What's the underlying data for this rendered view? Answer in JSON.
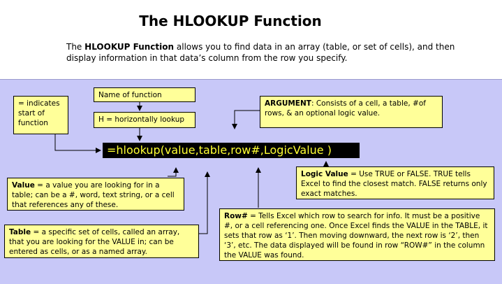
{
  "title": "The HLOOKUP Function",
  "intro": {
    "lead": "The",
    "bold": "HLOOKUP Function",
    "rest": "allows you to find data in an array (table, or set of cells), and then display information in that data’s column from the row you specify."
  },
  "formula": "=hlookup(value,table,row#,LogicValue )",
  "boxes": {
    "equals": "= indicates start of function",
    "name_of_function": "Name of function",
    "h_horizontally": "H = horizontally lookup",
    "argument": {
      "term": "ARGUMENT",
      "text": ": Consists of a cell, a table, #of rows, & an optional logic value."
    },
    "value": {
      "term": "Value",
      "text": " = a value you are looking for in a table; can be a #,  word, text string, or a cell that references any of these."
    },
    "table": {
      "term": "Table",
      "text": " = a specific set of cells, called an array, that you are looking for the VALUE in; can be entered as cells, or as a named array."
    },
    "logic_value": {
      "term": "Logic Value",
      "text": " = Use TRUE or FALSE. TRUE tells Excel to find the closest match. FALSE returns only exact matches."
    },
    "row": {
      "term": "Row#",
      "text": " = Tells Excel which row to search for info. It must be a positive #, or a cell referencing one. Once Excel finds the VALUE in the TABLE, it sets that row as ‘1’. Then moving downward, the next row is ‘2’, then ‘3’, etc. The data displayed will be found in row “ROW#” in the column the VALUE was found."
    }
  },
  "colors": {
    "box_fill": "#ffff99",
    "background": "#c8c8f8",
    "formula_bg": "#000000",
    "formula_text": "#ffff33"
  }
}
